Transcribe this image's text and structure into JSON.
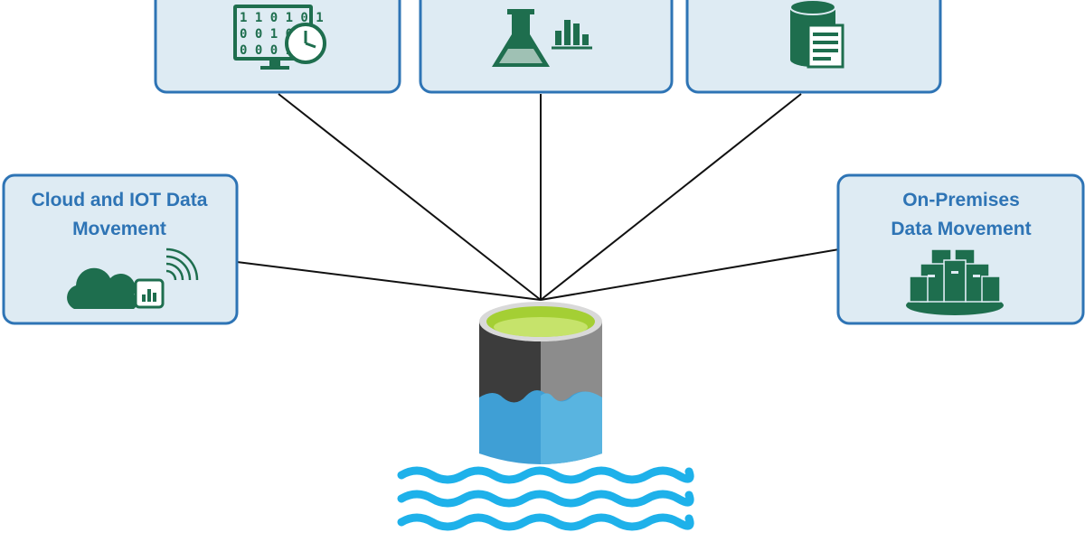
{
  "nodes": {
    "cloud_iot": {
      "label_line1": "Cloud and IOT Data",
      "label_line2": "Movement"
    },
    "on_premises": {
      "label_line1": "On-Premises",
      "label_line2": "Data Movement"
    },
    "top_left_icon": {
      "icon": "binary-monitor-clock-icon",
      "digits": [
        "1 1 0 1 0 1",
        "0 0 1 0",
        "0 0 0 1"
      ]
    },
    "top_center_icon": {
      "icon": "flask-bar-chart-icon"
    },
    "top_right_icon": {
      "icon": "database-document-icon"
    },
    "center_icon": {
      "icon": "data-lake-cylinder-icon"
    }
  },
  "colors": {
    "box_border": "#2e74b5",
    "box_fill": "#deebf3",
    "icon_green": "#1e6e4e",
    "label_blue": "#2e74b5",
    "lake_lime": "#a4cf34",
    "lake_dark": "#3c3c3c",
    "lake_gray": "#8c8c8c",
    "lake_blue": "#3f9fd5",
    "lake_light_blue": "#59b4e0",
    "waves": "#1eb1ea"
  }
}
